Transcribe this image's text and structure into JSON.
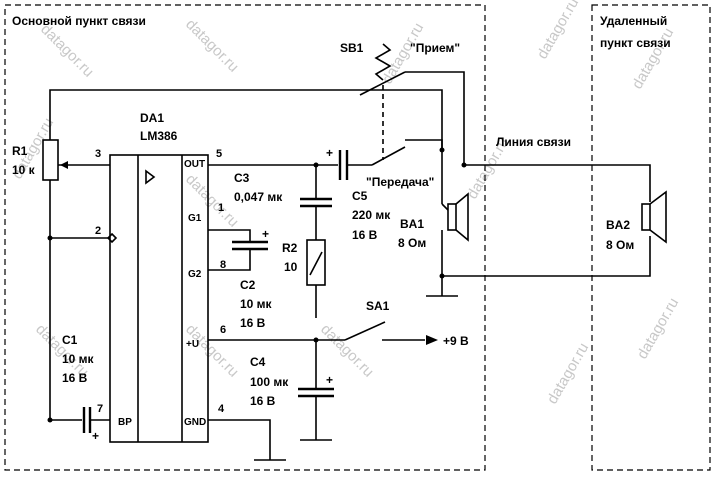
{
  "blocks": {
    "main_station": "Основной пункт связи",
    "remote_station_line1": "Удаленный",
    "remote_station_line2": "пункт связи"
  },
  "line_label": "Линия связи",
  "switch_sb1": {
    "ref": "SB1",
    "receive": "\"Прием\"",
    "transmit": "\"Передача\""
  },
  "switch_sa1": {
    "ref": "SA1"
  },
  "power": "+9 В",
  "ic": {
    "ref": "DA1",
    "type": "LM386",
    "pins": {
      "out": "OUT",
      "g1": "G1",
      "g2": "G2",
      "vplus": "+U",
      "gnd": "GND",
      "bp": "BP",
      "n5": "5",
      "n3": "3",
      "n2": "2",
      "n1": "1",
      "n8": "8",
      "n6": "6",
      "n4": "4",
      "n7": "7"
    }
  },
  "components": {
    "r1": {
      "ref": "R1",
      "value": "10 к"
    },
    "r2": {
      "ref": "R2",
      "value": "10"
    },
    "c1": {
      "ref": "C1",
      "value": "10 мк",
      "voltage": "16 В"
    },
    "c2": {
      "ref": "C2",
      "value": "10 мк",
      "voltage": "16 В"
    },
    "c3": {
      "ref": "C3",
      "value": "0,047 мк"
    },
    "c4": {
      "ref": "C4",
      "value": "100 мк",
      "voltage": "16 В"
    },
    "c5": {
      "ref": "C5",
      "value": "220 мк",
      "voltage": "16 В"
    },
    "ba1": {
      "ref": "BA1",
      "value": "8 Ом"
    },
    "ba2": {
      "ref": "BA2",
      "value": "8 Ом"
    }
  },
  "plus_sign": "+",
  "watermark": "datagor.ru"
}
